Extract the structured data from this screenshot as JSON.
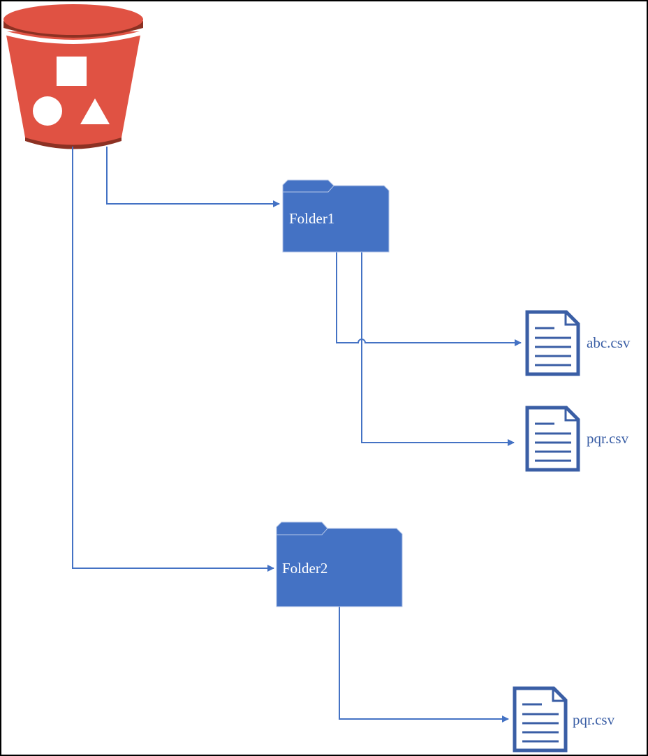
{
  "diagram": {
    "title": "",
    "colors": {
      "bucket": "#e05243",
      "bucket_dark": "#8c3123",
      "folder": "#4472c4",
      "file_stroke": "#3a5ea5",
      "connector": "#4472c4",
      "text_on_folder": "#ffffff",
      "file_label": "#3a5ea5"
    },
    "nodes": [
      {
        "id": "bucket",
        "type": "s3-bucket",
        "label": ""
      },
      {
        "id": "folder1",
        "type": "folder",
        "label": "Folder1"
      },
      {
        "id": "folder1_abc",
        "type": "file",
        "label": "abc.csv"
      },
      {
        "id": "folder1_pqr",
        "type": "file",
        "label": "pqr.csv"
      },
      {
        "id": "folder2",
        "type": "folder",
        "label": "Folder2"
      },
      {
        "id": "folder2_pqr",
        "type": "file",
        "label": "pqr.csv"
      }
    ],
    "edges": [
      {
        "from": "bucket",
        "to": "folder1"
      },
      {
        "from": "bucket",
        "to": "folder2"
      },
      {
        "from": "folder1",
        "to": "folder1_abc"
      },
      {
        "from": "folder1",
        "to": "folder1_pqr"
      },
      {
        "from": "folder2",
        "to": "folder2_pqr"
      }
    ]
  }
}
